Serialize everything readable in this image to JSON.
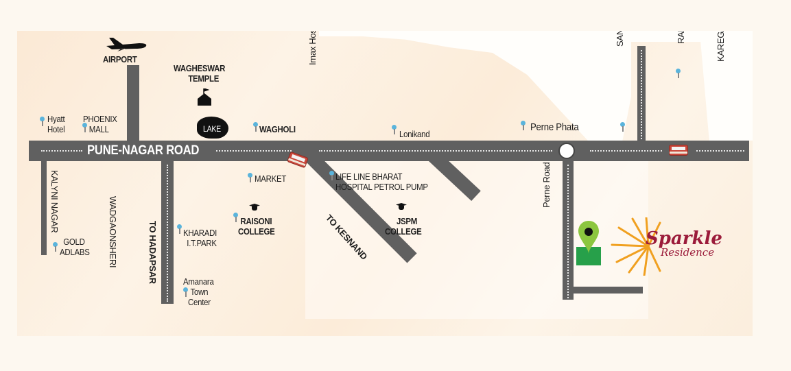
{
  "roads": {
    "main": "PUNE-NAGAR ROAD",
    "to_hadapsar": "TO HADAPSAR",
    "to_kesnand": "TO KESNAND",
    "perne_road": "Perne Road"
  },
  "places": {
    "airport": "AIRPORT",
    "temple_l1": "WAGHESWAR",
    "temple_l2": "TEMPLE",
    "lake": "LAKE",
    "wagholi": "WAGHOLI",
    "imax": "Imax Hospital",
    "lonikand": "Lonikand",
    "perne_phata": "Perne Phata",
    "sanaswadi": "SANASWADI MIDC",
    "ranjangaon": "RANJANGAON MIDC",
    "karegaon": "KAREGAON MIDC",
    "hyatt_l1": "Hyatt",
    "hyatt_l2": "Hotel",
    "phoenix_l1": "PHOENIX",
    "phoenix_l2": "MALL",
    "kalyani": "KALYNI NAGAR",
    "wadgaon_l1": "WADGAON",
    "wadgaon_l2": "SHERI",
    "gold_l1": "GOLD",
    "gold_l2": "ADLABS",
    "market": "MARKET",
    "lifeline_l1": "LIFE LINE BHARAT",
    "lifeline_l2": "HOSPITAL PETROL PUMP",
    "kharadi_l1": "KHARADI",
    "kharadi_l2": "I.T.PARK",
    "raisoni_l1": "RAISONI",
    "raisoni_l2": "COLLEGE",
    "jspm_l1": "JSPM",
    "jspm_l2": "COLLEGE",
    "amanara_l1": "Amanara",
    "amanara_l2": "Town",
    "amanara_l3": "Center"
  },
  "project": {
    "name_l1": "Sparkle",
    "name_l2": "Residence"
  },
  "colors": {
    "road": "#606060",
    "pin": "#5ab4dc",
    "project_pin": "#8cc63f",
    "brand": "#9b1b3a"
  }
}
